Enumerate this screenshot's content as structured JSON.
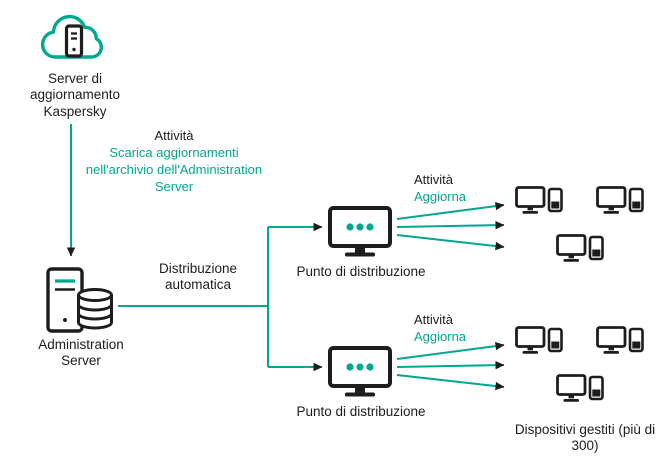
{
  "diagram": {
    "update_server_label": "Server di aggiornamento Kaspersky",
    "download_task": {
      "title": "Attività",
      "body": "Scarica aggiornamenti nell'archivio dell'Administration Server"
    },
    "admin_server_label": "Administration Server",
    "auto_distribution_label": "Distribuzione automatica",
    "distribution_points": [
      {
        "label": "Punto di distribuzione",
        "task_title": "Attività",
        "task_body": "Aggiorna"
      },
      {
        "label": "Punto di distribuzione",
        "task_title": "Attività",
        "task_body": "Aggiorna"
      }
    ],
    "managed_devices_label": "Dispositivi gestiti (più di 300)"
  },
  "icons": {
    "update_server": "cloud-server-icon",
    "admin_server": "server-with-database-icon",
    "distribution_point": "monitor-with-dots-icon",
    "managed_devices": "desktop-and-phone-icon"
  },
  "colors": {
    "accent": "#00A88E",
    "ink": "#1D1D1B",
    "background": "#FFFFFF"
  }
}
